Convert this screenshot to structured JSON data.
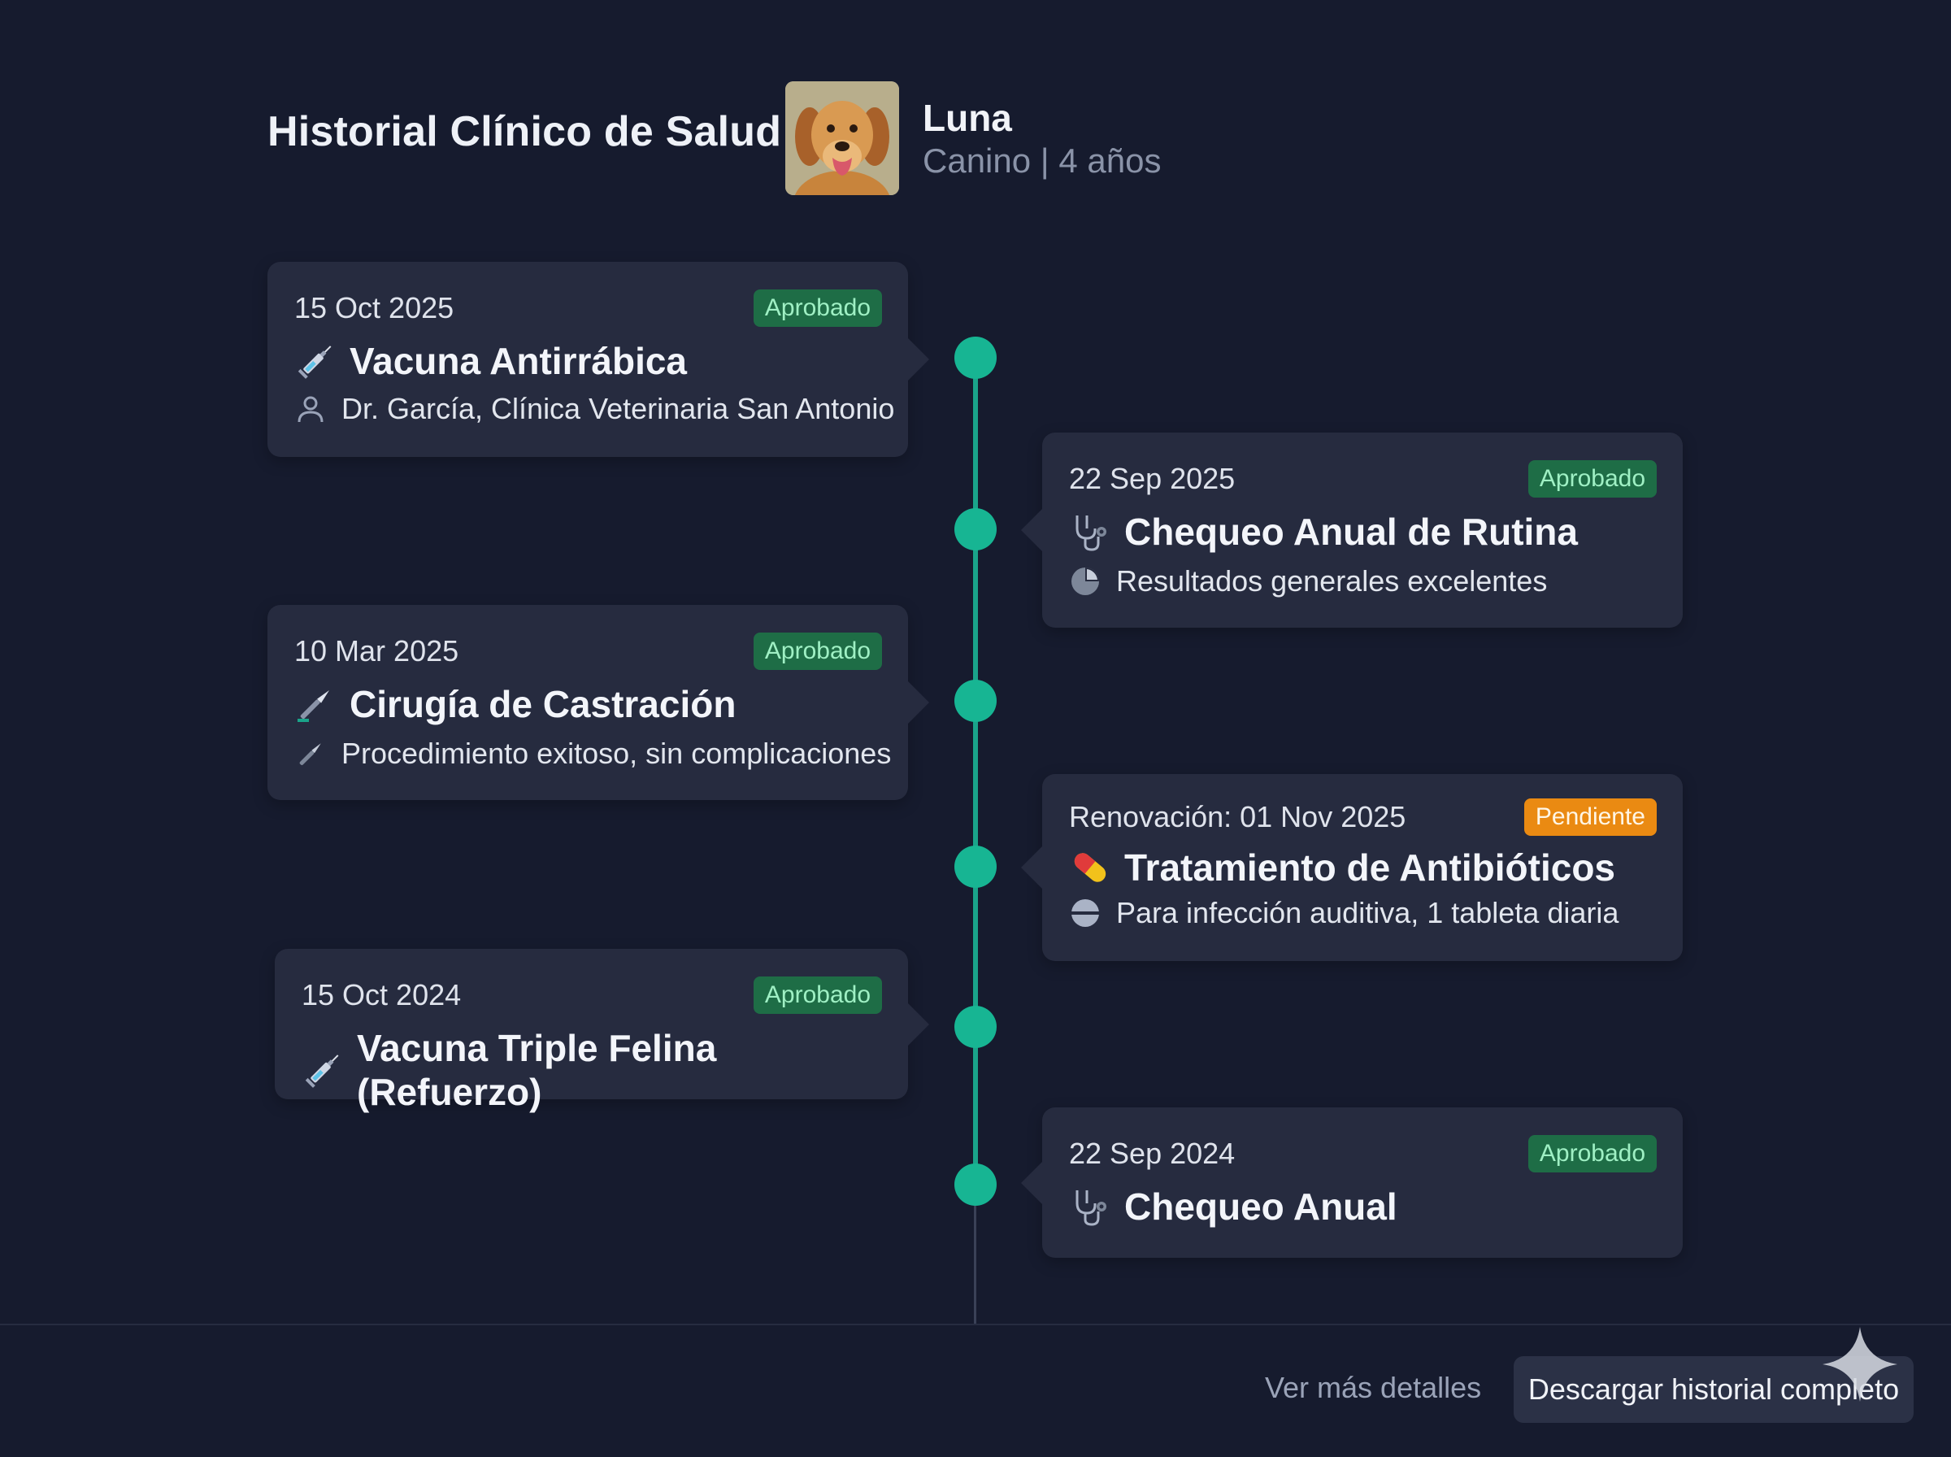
{
  "header": {
    "title": "Historial Clínico de Salud",
    "pet_name": "Luna",
    "pet_info": "Canino | 4 años"
  },
  "timeline": [
    {
      "side": "left",
      "date": "15 Oct 2025",
      "status": "Aprobado",
      "status_type": "approved",
      "icon": "syringe-icon",
      "title": "Vacuna Antirrábica",
      "detail_icon": "user-icon",
      "detail": "Dr. García, Clínica Veterinaria San Antonio"
    },
    {
      "side": "right",
      "date": "22 Sep 2025",
      "status": "Aprobado",
      "status_type": "approved",
      "icon": "stethoscope-icon",
      "title": "Chequeo Anual de Rutina",
      "detail_icon": "pie-chart-icon",
      "detail": "Resultados generales excelentes"
    },
    {
      "side": "left",
      "date": "10 Mar 2025",
      "status": "Aprobado",
      "status_type": "approved",
      "icon": "scalpel-icon",
      "title": "Cirugía de Castración",
      "detail_icon": "scalpel-icon",
      "detail": "Procedimiento exitoso, sin complicaciones"
    },
    {
      "side": "right",
      "date": "Renovación: 01 Nov 2025",
      "status": "Pendiente",
      "status_type": "pending",
      "icon": "pill-icon",
      "title": "Tratamiento de Antibióticos",
      "detail_icon": "tablet-icon",
      "detail": "Para infección auditiva, 1 tableta diaria"
    },
    {
      "side": "left",
      "date": "15 Oct 2024",
      "status": "Aprobado",
      "status_type": "approved",
      "icon": "syringe-icon",
      "title": "Vacuna Triple Felina (Refuerzo)"
    },
    {
      "side": "right",
      "date": "22 Sep 2024",
      "status": "Aprobado",
      "status_type": "approved",
      "icon": "stethoscope-icon",
      "title": "Chequeo Anual"
    }
  ],
  "footer": {
    "more_link": "Ver más detalles",
    "download_button": "Descargar historial completo"
  },
  "colors": {
    "background": "#161b2e",
    "card": "#262b3f",
    "timeline": "#17b593",
    "approved_badge": "#1e6d46",
    "pending_badge": "#ea8a12"
  }
}
